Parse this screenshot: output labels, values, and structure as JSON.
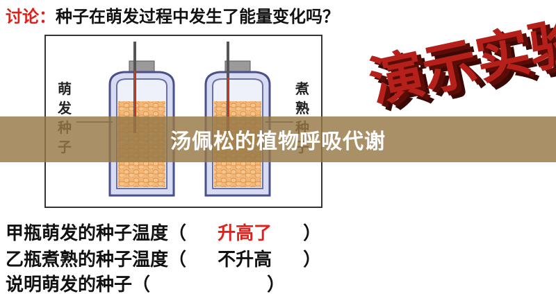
{
  "heading": {
    "lead": "讨论：",
    "question": "种子在萌发过程中发生了能量变化吗？"
  },
  "labels": {
    "left": [
      "萌",
      "发",
      "种",
      "子"
    ],
    "right": [
      "煮",
      "熟",
      "种",
      "子"
    ]
  },
  "big_title": "演示实验！",
  "banner": "汤佩松的植物呼吸代谢",
  "questions": [
    {
      "prefix": "甲瓶萌发的种子温度（",
      "answer": "升高了",
      "suffix": "）"
    },
    {
      "prefix": "乙瓶煮熟的种子温度（",
      "answer": "不升高",
      "suffix": "）"
    },
    {
      "prefix": "说明萌发的种子（",
      "answer": "",
      "suffix": "）"
    }
  ],
  "colors": {
    "accent": "#e0201b",
    "banner": "#96784699",
    "seed": "#f0a860"
  }
}
